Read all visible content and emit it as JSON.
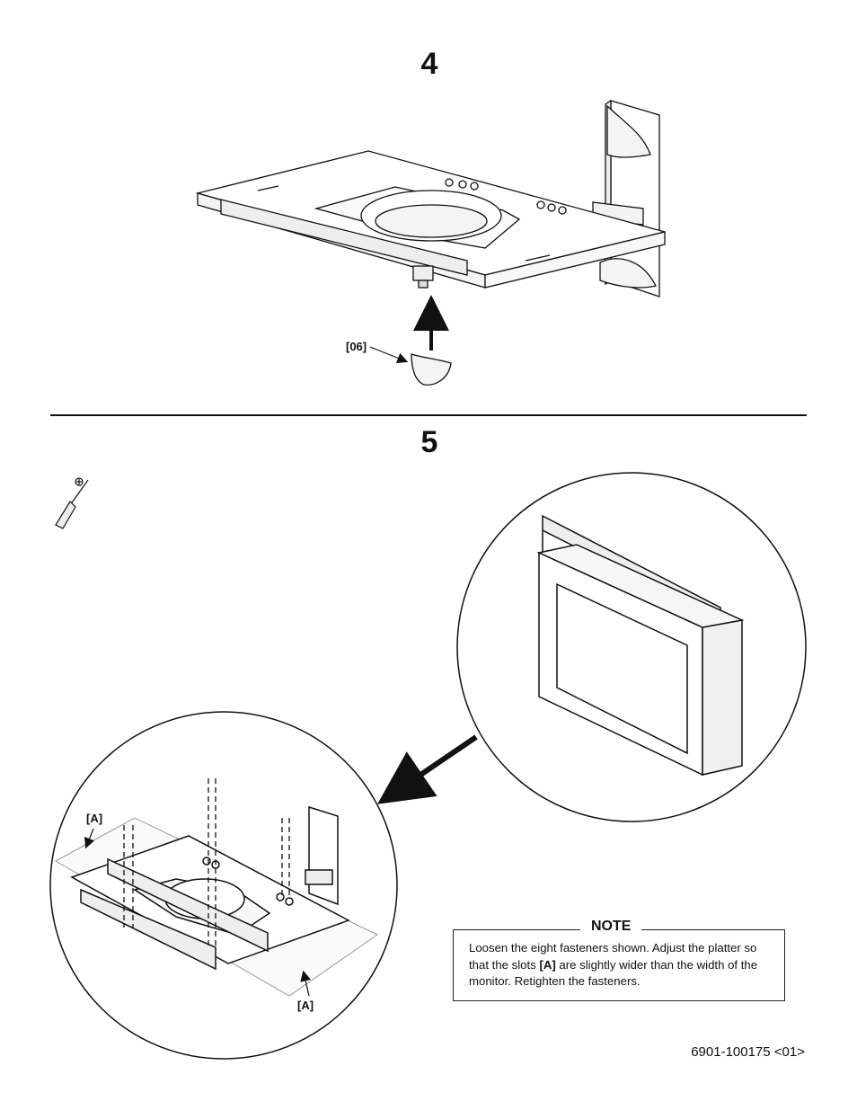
{
  "steps": {
    "step4_number": "4",
    "step5_number": "5"
  },
  "callouts": {
    "part_06": "[06]",
    "slot_a_top": "[A]",
    "slot_a_bottom": "[A]"
  },
  "note": {
    "title": "NOTE",
    "text_part1": "Loosen the eight fasteners shown. Adjust the platter so that the slots ",
    "text_bold": "[A]",
    "text_part2": " are slightly wider than the width of the monitor. Retighten the fasteners."
  },
  "footer": {
    "document_number": "6901-100175 <01>"
  },
  "icons": {
    "tool": "phillips-screwdriver-icon"
  }
}
